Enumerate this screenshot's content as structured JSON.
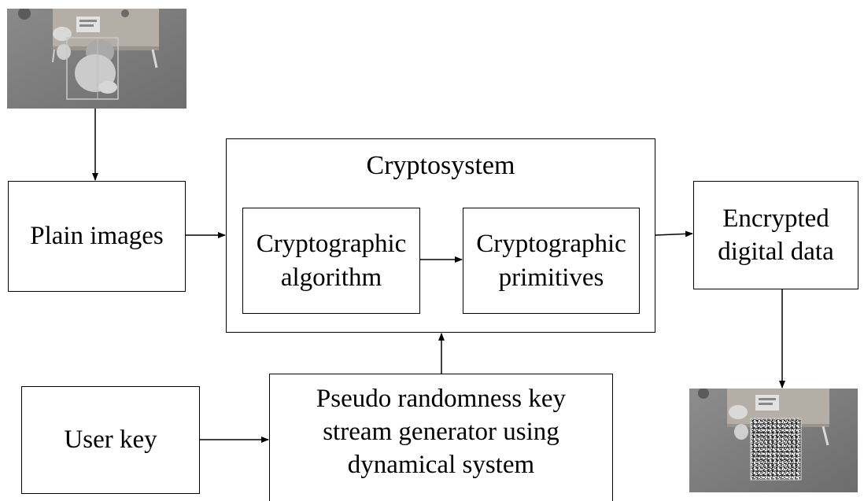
{
  "diagram": {
    "nodes": {
      "plain_images": "Plain images",
      "cryptosystem": "Cryptosystem",
      "cryptographic_algorithm": [
        "Cryptographic",
        "algorithm"
      ],
      "cryptographic_primitives": [
        "Cryptographic",
        "primitives"
      ],
      "encrypted_digital_data": [
        "Encrypted",
        "digital data"
      ],
      "user_key": "User key",
      "key_stream_generator": [
        "Pseudo randomness key",
        "stream generator using",
        "dynamical system"
      ]
    },
    "images": {
      "input": "plain-surveillance-frame",
      "output": "encrypted-surveillance-frame"
    },
    "edges": [
      {
        "from": "input-image",
        "to": "plain-images"
      },
      {
        "from": "plain-images",
        "to": "cryptosystem"
      },
      {
        "from": "cryptographic-algorithm",
        "to": "cryptographic-primitives"
      },
      {
        "from": "cryptosystem",
        "to": "encrypted-digital-data"
      },
      {
        "from": "encrypted-digital-data",
        "to": "output-image"
      },
      {
        "from": "user-key",
        "to": "key-stream-generator"
      },
      {
        "from": "key-stream-generator",
        "to": "cryptosystem"
      }
    ]
  }
}
